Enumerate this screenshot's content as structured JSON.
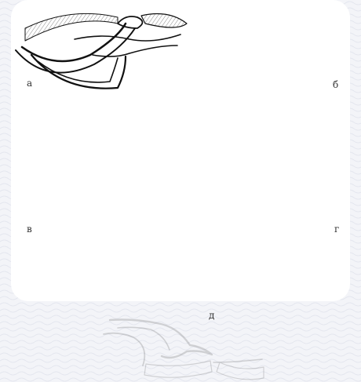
{
  "labels": {
    "a": "а",
    "b": "б",
    "v": "в",
    "g": "г",
    "d": "д"
  },
  "colors": {
    "background": "#f3f4f8",
    "panel": "#ffffff",
    "ink": "#111111",
    "hatch": "#9a9a9a"
  }
}
